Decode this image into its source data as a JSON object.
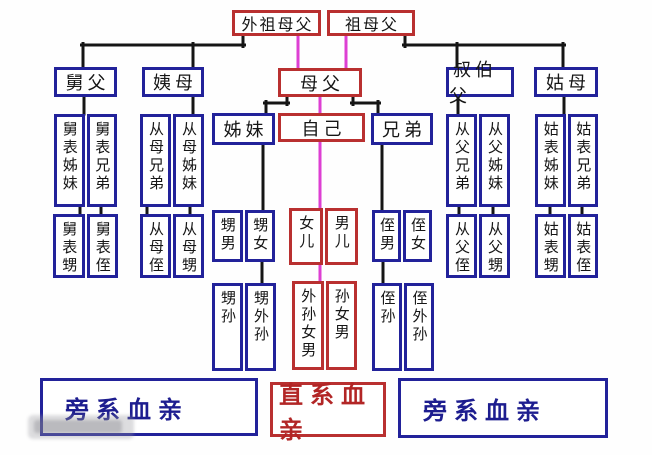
{
  "colors": {
    "direct_line_border": "#b93030",
    "collateral_border": "#22229a",
    "lineage_line": "#dd3fd3",
    "connector_line": "#151515",
    "legend_blue_text": "#1d1d8f",
    "legend_red_text": "#b22626"
  },
  "tree": {
    "grandparents": {
      "maternal": "外祖母父",
      "paternal": "祖母父"
    },
    "parents": "母父",
    "groups": {
      "maternal_uncle": {
        "head": "舅父",
        "children": [
          "舅表姊妹",
          "舅表兄弟"
        ],
        "grandchildren": [
          "舅表甥",
          "舅表侄"
        ]
      },
      "maternal_aunt": {
        "head": "姨母",
        "children": [
          "从母兄弟",
          "从母姊妹"
        ],
        "grandchildren": [
          "从母侄",
          "从母甥"
        ]
      },
      "sisters": {
        "head": "姊妹",
        "children": [
          "甥男",
          "甥女"
        ],
        "grandchildren": [
          "甥孙",
          "甥外孙"
        ]
      },
      "self_line": {
        "head": "自己",
        "children": [
          "女儿",
          "男儿"
        ],
        "grandchildren": [
          "外孙女男",
          "孙女男"
        ]
      },
      "brothers": {
        "head": "兄弟",
        "children": [
          "侄男",
          "侄女"
        ],
        "grandchildren": [
          "侄孙",
          "侄外孙"
        ]
      },
      "paternal_uncle": {
        "head": "叔伯父",
        "children": [
          "从父兄弟",
          "从父姊妹"
        ],
        "grandchildren": [
          "从父侄",
          "从父甥"
        ]
      },
      "paternal_aunt": {
        "head": "姑母",
        "children": [
          "姑表姊妹",
          "姑表兄弟"
        ],
        "grandchildren": [
          "姑表甥",
          "姑表侄"
        ]
      }
    }
  },
  "legend": {
    "left": "旁系血亲",
    "center": "直系血亲",
    "right": "旁系血亲"
  }
}
